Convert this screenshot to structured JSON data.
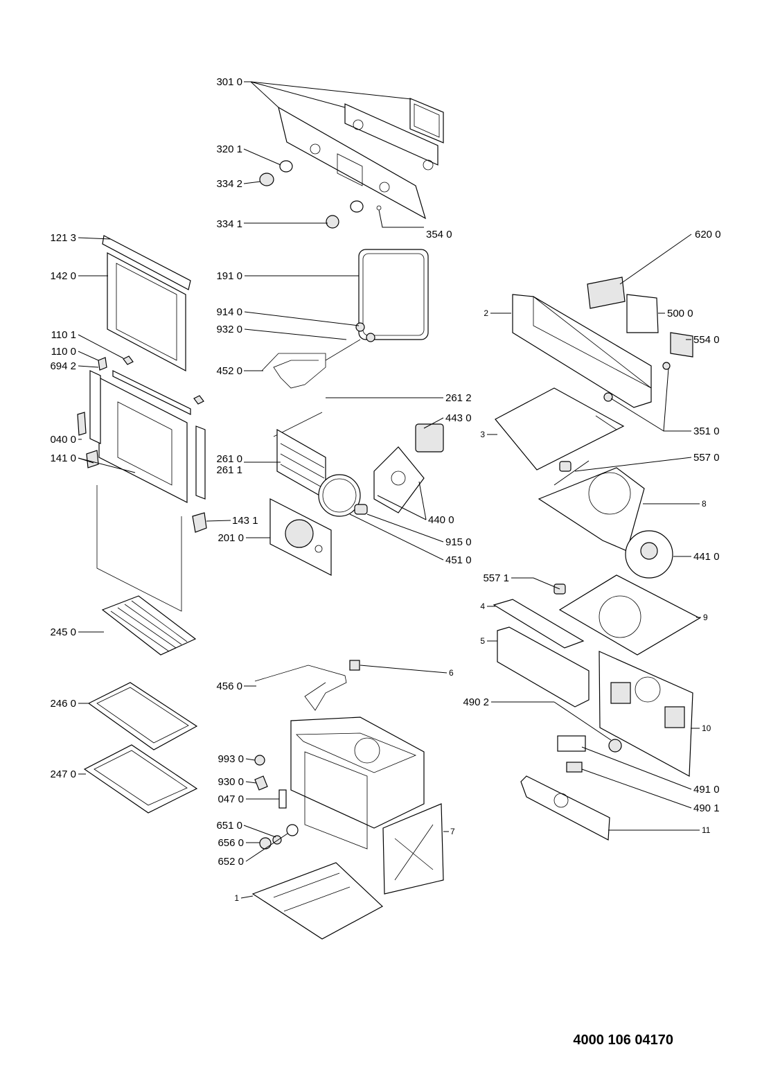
{
  "document_number": "4000 106 04170",
  "callouts": {
    "c3010": "301 0",
    "c3201": "320 1",
    "c3342": "334 2",
    "c3341": "334 1",
    "c3540": "354 0",
    "c1213": "121 3",
    "c1420": "142 0",
    "c1910": "191 0",
    "c6200": "620 0",
    "c9140": "914 0",
    "c9320": "932 0",
    "c5000": "500 0",
    "c2": "2",
    "c1101": "110 1",
    "c1100": "110 0",
    "c5540": "554 0",
    "c6942": "694 2",
    "c4520": "452 0",
    "c2612": "261 2",
    "c4430": "443 0",
    "c3": "3",
    "c3510": "351 0",
    "c0400": "040 0",
    "c2610": "261 0",
    "c2611": "261 1",
    "c5570": "557 0",
    "c1410": "141 0",
    "c8": "8",
    "c4400": "440 0",
    "c1431": "143 1",
    "c2010": "201 0",
    "c9150": "915 0",
    "c4510": "451 0",
    "c4410": "441 0",
    "c5571": "557 1",
    "c4": "4",
    "c9": "9",
    "c2450": "245 0",
    "c5": "5",
    "c6": "6",
    "c4560": "456 0",
    "c2460": "246 0",
    "c4902": "490 2",
    "c10": "10",
    "c9930": "993 0",
    "c2470": "247 0",
    "c9300": "930 0",
    "c0470": "047 0",
    "c4910": "491 0",
    "c4901": "490 1",
    "c6510": "651 0",
    "c7": "7",
    "c11": "11",
    "c6560": "656 0",
    "c6520": "652 0",
    "c1": "1"
  }
}
